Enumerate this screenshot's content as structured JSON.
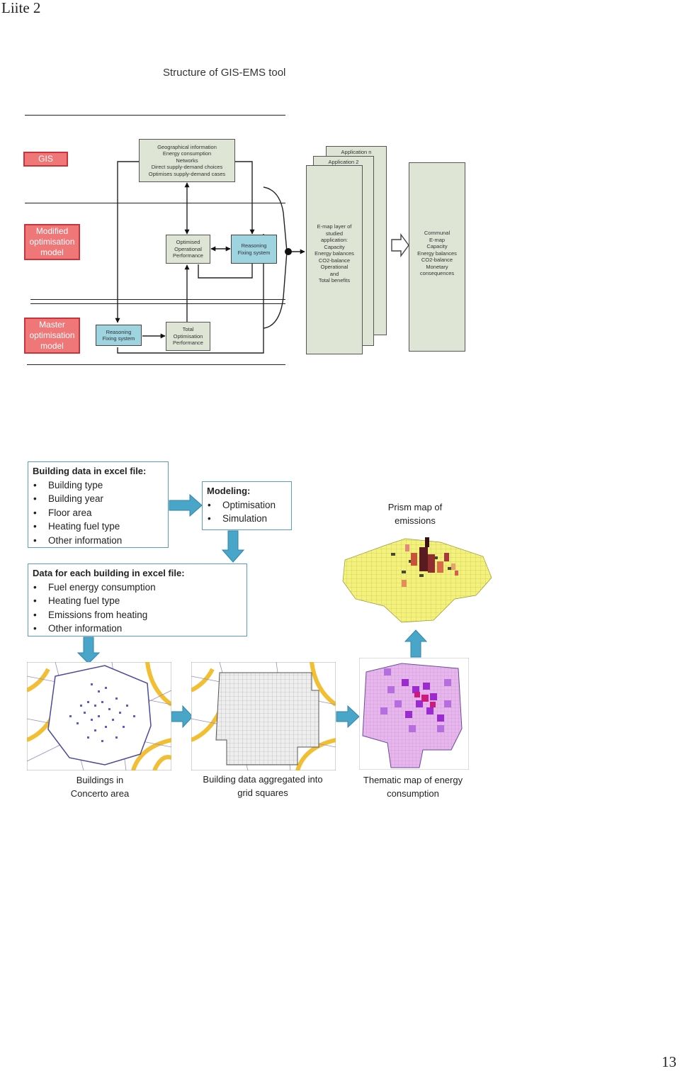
{
  "page": {
    "header": "Liite 2",
    "page_number": "13"
  },
  "diagram1": {
    "title": "Structure of GIS-EMS tool",
    "layers": {
      "gis": "GIS",
      "modified": "Modified optimisation model",
      "master": "Master optimisation model"
    },
    "gis_box": [
      "Geographical information",
      "Energy consumption",
      "Networks",
      "Direct supply-demand choices",
      "Optimises supply-demand cases"
    ],
    "optimised_box": [
      "Optimised",
      "Operational",
      "Performance"
    ],
    "reasoning_box_top": [
      "Reasoning",
      "Fixing system"
    ],
    "reasoning_box_bottom": [
      "Reasoning",
      "Fixing system"
    ],
    "total_box": [
      "Total",
      "Optimisation",
      "Performance"
    ],
    "application_n": "Application n",
    "application_2": "Application 2",
    "emap_box": [
      "E-map layer of",
      "studied",
      "application:",
      "Capacity",
      "Energy balances",
      "CO2-balance",
      "Operational",
      "and",
      "Total benefits"
    ],
    "communal_box": [
      "Communal",
      "E-map",
      "Capacity",
      "Energy balances",
      "CO2-balance",
      "Monetary",
      "consequences"
    ]
  },
  "diagram2": {
    "building_data": {
      "heading": "Building data in excel file:",
      "items": [
        "Building type",
        "Building year",
        "Floor area",
        "Heating fuel type",
        "Other information"
      ]
    },
    "modeling": {
      "heading": "Modeling:",
      "items": [
        "Optimisation",
        "Simulation"
      ]
    },
    "each_building": {
      "heading": "Data for each building in excel file:",
      "items": [
        "Fuel energy consumption",
        "Heating fuel type",
        "Emissions from heating",
        "Other information"
      ]
    },
    "captions": {
      "prism": "Prism map of emissions",
      "buildings": "Buildings in Concerto area",
      "aggregated": "Building data aggregated into grid squares",
      "thematic": "Thematic map of energy consumption"
    }
  },
  "colors": {
    "gis_red": "#ef7777",
    "box_green": "#dfe5d4",
    "box_blue": "#9ed3e0",
    "arrow_blue": "#4aa6c8"
  }
}
